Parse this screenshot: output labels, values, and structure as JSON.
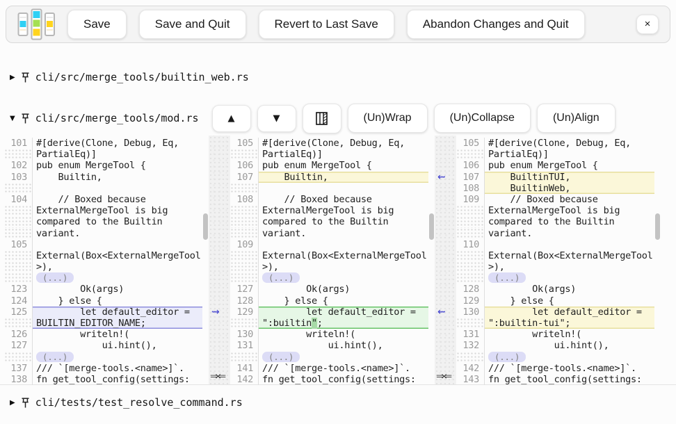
{
  "toolbar": {
    "buttons": [
      "Save",
      "Save and Quit",
      "Revert to Last Save",
      "Abandon Changes and Quit"
    ],
    "close_label": "×"
  },
  "files": [
    {
      "arrow": "▶",
      "path": "cli/src/merge_tools/builtin_web.rs"
    },
    {
      "arrow": "▼",
      "path": "cli/src/merge_tools/mod.rs",
      "controls": {
        "up": "▲",
        "down": "▼",
        "wrap": "(Un)Wrap",
        "collapse": "(Un)Collapse",
        "align": "(Un)Align"
      }
    },
    {
      "arrow": "▶",
      "path": "cli/tests/test_resolve_command.rs"
    }
  ],
  "editor": {
    "pill_label": "(...)",
    "panes": [
      {
        "id": "left",
        "rows": [
          {
            "n": "101",
            "s": [
              {
                "t": "#[derive(Clone, Debug, Eq,"
              }
            ]
          },
          {
            "k": "wrap",
            "s": [
              {
                "t": "PartialEq)]"
              }
            ]
          },
          {
            "n": "102",
            "s": [
              {
                "t": "pub enum MergeTool {"
              }
            ]
          },
          {
            "n": "103",
            "s": [
              {
                "t": "    Builtin,"
              }
            ]
          },
          {
            "k": "filler",
            "s": []
          },
          {
            "n": "104",
            "s": [
              {
                "t": "    // Boxed because"
              }
            ]
          },
          {
            "k": "wrap",
            "s": [
              {
                "t": "ExternalMergeTool is big"
              }
            ]
          },
          {
            "k": "wrap",
            "s": [
              {
                "t": "compared to the Builtin"
              }
            ]
          },
          {
            "k": "wrap",
            "s": [
              {
                "t": "variant."
              }
            ]
          },
          {
            "n": "105",
            "s": []
          },
          {
            "k": "wrap",
            "s": [
              {
                "t": "External(Box<ExternalMergeTool"
              }
            ]
          },
          {
            "k": "wrap",
            "s": [
              {
                "t": ">),"
              }
            ]
          },
          {
            "k": "pill",
            "s": []
          },
          {
            "n": "123",
            "s": [
              {
                "t": "        Ok(args)"
              }
            ]
          },
          {
            "n": "124",
            "s": [
              {
                "t": "    } else {"
              }
            ]
          },
          {
            "n": "125",
            "hl": "purple",
            "bt": 1,
            "s": [
              {
                "t": "        let default_editor ="
              }
            ]
          },
          {
            "k": "wrap",
            "hl": "purple",
            "bb": 1,
            "s": [
              {
                "t": "BUILTIN_EDITOR_NAME",
                "u": "red"
              },
              {
                "t": ";"
              }
            ]
          },
          {
            "n": "126",
            "s": [
              {
                "t": "        writeln!("
              }
            ]
          },
          {
            "n": "127",
            "s": [
              {
                "t": "            ui.hint(),"
              }
            ]
          },
          {
            "k": "pill",
            "s": []
          },
          {
            "n": "137",
            "s": [
              {
                "t": "/// `[merge-tools.<name>]`."
              }
            ]
          },
          {
            "n": "138",
            "s": [
              {
                "t": "fn get_tool_config(settings:"
              }
            ]
          }
        ]
      },
      {
        "id": "middle",
        "rows": [
          {
            "n": "105",
            "s": [
              {
                "t": "#[derive(Clone, Debug, Eq,"
              }
            ]
          },
          {
            "k": "wrap",
            "s": [
              {
                "t": "PartialEq)]"
              }
            ]
          },
          {
            "n": "106",
            "s": [
              {
                "t": "pub enum MergeTool {"
              }
            ]
          },
          {
            "n": "107",
            "hl": "yellow",
            "bt": 1,
            "bb": 1,
            "s": [
              {
                "t": "    Builtin,"
              }
            ]
          },
          {
            "k": "filler",
            "s": []
          },
          {
            "n": "108",
            "s": [
              {
                "t": "    // Boxed because"
              }
            ]
          },
          {
            "k": "wrap",
            "s": [
              {
                "t": "ExternalMergeTool is big"
              }
            ]
          },
          {
            "k": "wrap",
            "s": [
              {
                "t": "compared to the Builtin"
              }
            ]
          },
          {
            "k": "wrap",
            "s": [
              {
                "t": "variant."
              }
            ]
          },
          {
            "n": "109",
            "s": []
          },
          {
            "k": "wrap",
            "s": [
              {
                "t": "External(Box<ExternalMergeTool"
              }
            ]
          },
          {
            "k": "wrap",
            "s": [
              {
                "t": ">),"
              }
            ]
          },
          {
            "k": "pill",
            "s": []
          },
          {
            "n": "127",
            "s": [
              {
                "t": "        Ok(args)"
              }
            ]
          },
          {
            "n": "128",
            "s": [
              {
                "t": "    } else {"
              }
            ]
          },
          {
            "n": "129",
            "hl": "green",
            "bt": 1,
            "s": [
              {
                "t": "        let default_editor ="
              }
            ]
          },
          {
            "k": "wrap",
            "hl": "green",
            "bb": 1,
            "s": [
              {
                "t": "\":builtin",
                "u": "grn"
              },
              {
                "t": "\"",
                "bg": 1
              },
              {
                "t": ";"
              }
            ]
          },
          {
            "n": "130",
            "s": [
              {
                "t": "        writeln!("
              }
            ]
          },
          {
            "n": "131",
            "s": [
              {
                "t": "            ui.hint(),"
              }
            ]
          },
          {
            "k": "pill",
            "s": []
          },
          {
            "n": "141",
            "s": [
              {
                "t": "/// `[merge-tools.<name>]`."
              }
            ]
          },
          {
            "n": "142",
            "s": [
              {
                "t": "fn get_tool_config(settings:"
              }
            ]
          }
        ]
      },
      {
        "id": "right",
        "rows": [
          {
            "n": "105",
            "s": [
              {
                "t": "#[derive(Clone, Debug, Eq,"
              }
            ]
          },
          {
            "k": "wrap",
            "s": [
              {
                "t": "PartialEq)]"
              }
            ]
          },
          {
            "n": "106",
            "s": [
              {
                "t": "pub enum MergeTool {"
              }
            ]
          },
          {
            "n": "107",
            "hl": "yellow",
            "bt": 1,
            "s": [
              {
                "t": "    Builtin"
              },
              {
                "t": "TUI",
                "u": "red"
              },
              {
                "t": ","
              }
            ]
          },
          {
            "n": "108",
            "hl": "yellow",
            "bb": 1,
            "s": [
              {
                "t": "    "
              },
              {
                "t": "BuiltinWeb",
                "u": "red"
              },
              {
                "t": ","
              }
            ]
          },
          {
            "n": "109",
            "s": [
              {
                "t": "    // Boxed because"
              }
            ]
          },
          {
            "k": "wrap",
            "s": [
              {
                "t": "ExternalMergeTool is big"
              }
            ]
          },
          {
            "k": "wrap",
            "s": [
              {
                "t": "compared to the Builtin"
              }
            ]
          },
          {
            "k": "wrap",
            "s": [
              {
                "t": "variant."
              }
            ]
          },
          {
            "n": "110",
            "s": []
          },
          {
            "k": "wrap",
            "s": [
              {
                "t": "External(Box<ExternalMergeTool"
              }
            ]
          },
          {
            "k": "wrap",
            "s": [
              {
                "t": ">),"
              }
            ]
          },
          {
            "k": "pill",
            "s": []
          },
          {
            "n": "128",
            "s": [
              {
                "t": "        Ok(args)"
              }
            ]
          },
          {
            "n": "129",
            "s": [
              {
                "t": "    } else {"
              }
            ]
          },
          {
            "n": "130",
            "hl": "yellow",
            "bt": 1,
            "s": [
              {
                "t": "        let default_editor ="
              }
            ]
          },
          {
            "k": "wrap",
            "hl": "yellow",
            "bb": 1,
            "s": [
              {
                "t": "\":"
              },
              {
                "t": "builtin-tui",
                "u": "red"
              },
              {
                "t": "\";"
              }
            ]
          },
          {
            "n": "131",
            "s": [
              {
                "t": "        writeln!("
              }
            ]
          },
          {
            "n": "132",
            "s": [
              {
                "t": "            ui.hint(),"
              }
            ]
          },
          {
            "k": "pill",
            "s": []
          },
          {
            "n": "142",
            "s": [
              {
                "t": "/// `[merge-tools.<name>]`."
              }
            ]
          },
          {
            "n": "143",
            "s": [
              {
                "t": "fn get_tool_config(settings:"
              }
            ]
          }
        ]
      }
    ],
    "gutters": [
      {
        "arrows": [
          {
            "row": 16,
            "glyph": "⇝"
          }
        ],
        "bottom": "⇒⇐"
      },
      {
        "arrows": [
          {
            "row": 4,
            "glyph": "⇜"
          },
          {
            "row": 16,
            "glyph": "⇜"
          }
        ],
        "bottom": "⇒⇐"
      }
    ]
  },
  "colors": {
    "accent_blue": "#4343cf",
    "yellow_bg": "#fbf7d9",
    "yellow_border": "#e7df9e",
    "green_bg": "#e6f7e6",
    "green_border": "#67c367",
    "green_char": "#a8dba8",
    "purple_bg": "#ebecfa",
    "purple_border": "#8d8ddd",
    "pill_bg": "#dcdcf6",
    "pill_text": "#808080",
    "red_underline": "#dd3322",
    "green_underline": "#79bb79",
    "line_num": "#9a9a9a",
    "code_text": "#1f1f1f",
    "border_light": "#dedede",
    "dot_color": "#d7d7d7",
    "thumb": "#c3c3c3",
    "logo_cyan": "#2fd0f4",
    "logo_green": "#a5e052",
    "logo_yellow": "#ffd41e"
  }
}
